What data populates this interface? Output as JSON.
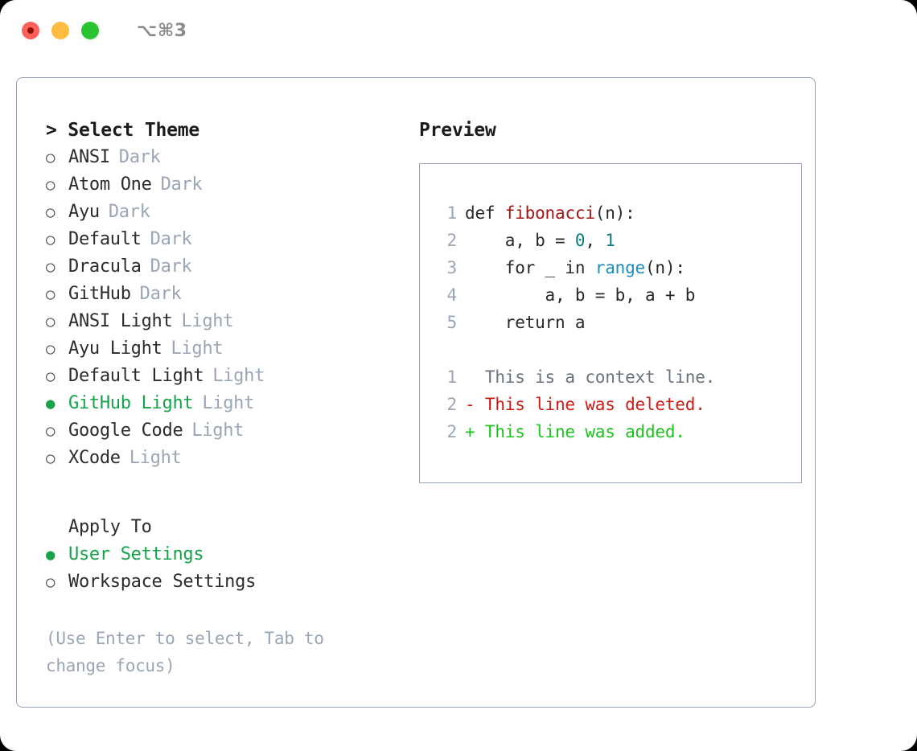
{
  "window": {
    "shortcut": "⌥⌘3",
    "traffic_lights": [
      {
        "name": "close",
        "color": "#fc6058"
      },
      {
        "name": "minimize",
        "color": "#fdbc40"
      },
      {
        "name": "maximize",
        "color": "#2ac332"
      }
    ]
  },
  "theme_picker": {
    "heading": "> Select Theme",
    "selected_bullet": "●",
    "unselected_bullet": "○",
    "selected_color": "#16a34a",
    "items": [
      {
        "bullet": "○",
        "label": "ANSI",
        "suffix": "Dark",
        "selected": false
      },
      {
        "bullet": "○",
        "label": "Atom One",
        "suffix": "Dark",
        "selected": false
      },
      {
        "bullet": "○",
        "label": "Ayu",
        "suffix": "Dark",
        "selected": false
      },
      {
        "bullet": "○",
        "label": "Default",
        "suffix": "Dark",
        "selected": false
      },
      {
        "bullet": "○",
        "label": "Dracula",
        "suffix": "Dark",
        "selected": false
      },
      {
        "bullet": "○",
        "label": "GitHub",
        "suffix": "Dark",
        "selected": false
      },
      {
        "bullet": "○",
        "label": "ANSI Light",
        "suffix": "Light",
        "selected": false
      },
      {
        "bullet": "○",
        "label": "Ayu Light",
        "suffix": "Light",
        "selected": false
      },
      {
        "bullet": "○",
        "label": "Default Light",
        "suffix": "Light",
        "selected": false
      },
      {
        "bullet": "●",
        "label": "GitHub Light",
        "suffix": "Light",
        "selected": true
      },
      {
        "bullet": "○",
        "label": "Google Code",
        "suffix": "Light",
        "selected": false
      },
      {
        "bullet": "○",
        "label": "XCode",
        "suffix": "Light",
        "selected": false
      }
    ]
  },
  "apply_to": {
    "heading": "Apply To",
    "items": [
      {
        "bullet": "●",
        "label": "User Settings",
        "selected": true
      },
      {
        "bullet": "○",
        "label": "Workspace Settings",
        "selected": false
      }
    ]
  },
  "hint": "(Use Enter to select, Tab to change focus)",
  "preview": {
    "title": "Preview",
    "code_lines": [
      {
        "lineno": "1",
        "tokens": [
          {
            "text": "def ",
            "type": "plain"
          },
          {
            "text": "fibonacci",
            "type": "fn"
          },
          {
            "text": "(n):",
            "type": "plain"
          }
        ]
      },
      {
        "lineno": "2",
        "tokens": [
          {
            "text": "    a, b = ",
            "type": "plain"
          },
          {
            "text": "0",
            "type": "num"
          },
          {
            "text": ", ",
            "type": "plain"
          },
          {
            "text": "1",
            "type": "num"
          }
        ]
      },
      {
        "lineno": "3",
        "tokens": [
          {
            "text": "    for _ in ",
            "type": "plain"
          },
          {
            "text": "range",
            "type": "call"
          },
          {
            "text": "(n):",
            "type": "plain"
          }
        ]
      },
      {
        "lineno": "4",
        "tokens": [
          {
            "text": "        a, b = b, a + b",
            "type": "plain"
          }
        ]
      },
      {
        "lineno": "5",
        "tokens": [
          {
            "text": "    return a",
            "type": "plain"
          }
        ]
      }
    ],
    "diff_lines": [
      {
        "lineno": "1",
        "marker": "  ",
        "text": "This is a context line.",
        "type": "ctx"
      },
      {
        "lineno": "2",
        "marker": "- ",
        "text": "This line was deleted.",
        "type": "del"
      },
      {
        "lineno": "2",
        "marker": "+ ",
        "text": "This line was added.",
        "type": "add"
      }
    ]
  }
}
